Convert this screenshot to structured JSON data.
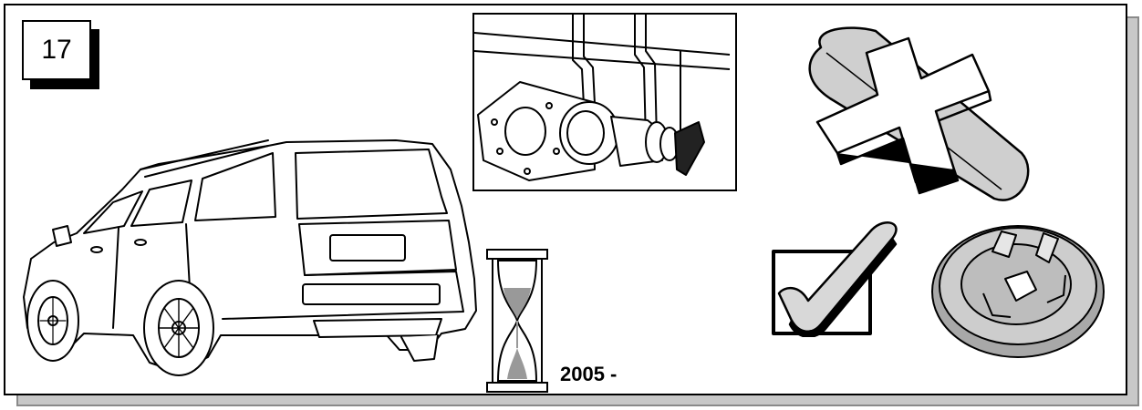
{
  "step": {
    "number": "17"
  },
  "applicability": {
    "year_label": "2005 -"
  },
  "icons": {
    "car": "car-rear-three-quarter-illustration",
    "socket": "trailer-socket-illustration",
    "not_ok": "cross-mark-icon",
    "ok": "checkmark-in-box-icon",
    "part": "round-clip-part-illustration",
    "time": "hourglass-icon"
  }
}
